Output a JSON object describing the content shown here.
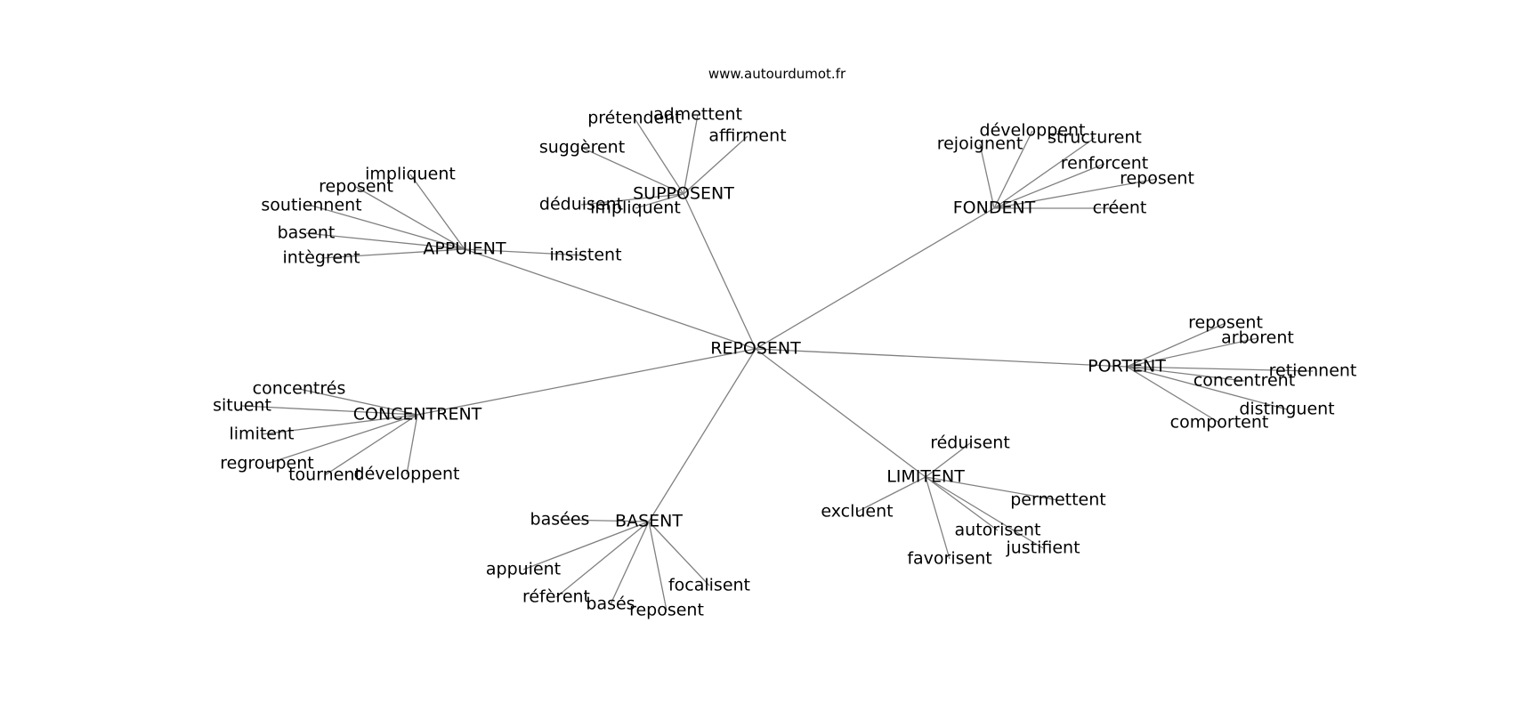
{
  "source": "www.autourdumot.fr",
  "center": "REPOSENT",
  "groups": [
    {
      "label": "SUPPOSENT",
      "leaves": [
        "prétendent",
        "admettent",
        "affirment",
        "suggèrent",
        "déduisent",
        "impliquent"
      ]
    },
    {
      "label": "APPUIENT",
      "leaves": [
        "impliquent",
        "reposent",
        "soutiennent",
        "basent",
        "intègrent",
        "insistent"
      ]
    },
    {
      "label": "FONDENT",
      "leaves": [
        "rejoignent",
        "développent",
        "structurent",
        "renforcent",
        "reposent",
        "créent"
      ]
    },
    {
      "label": "PORTENT",
      "leaves": [
        "reposent",
        "arborent",
        "retiennent",
        "concentrent",
        "distinguent",
        "comportent"
      ]
    },
    {
      "label": "CONCENTRENT",
      "leaves": [
        "concentrés",
        "situent",
        "limitent",
        "regroupent",
        "tournent",
        "développent"
      ]
    },
    {
      "label": "LIMITENT",
      "leaves": [
        "réduisent",
        "permettent",
        "excluent",
        "autorisent",
        "justifient",
        "favorisent"
      ]
    },
    {
      "label": "BASENT",
      "leaves": [
        "basées",
        "appuient",
        "réfèrent",
        "basés",
        "reposent",
        "focalisent"
      ]
    }
  ]
}
